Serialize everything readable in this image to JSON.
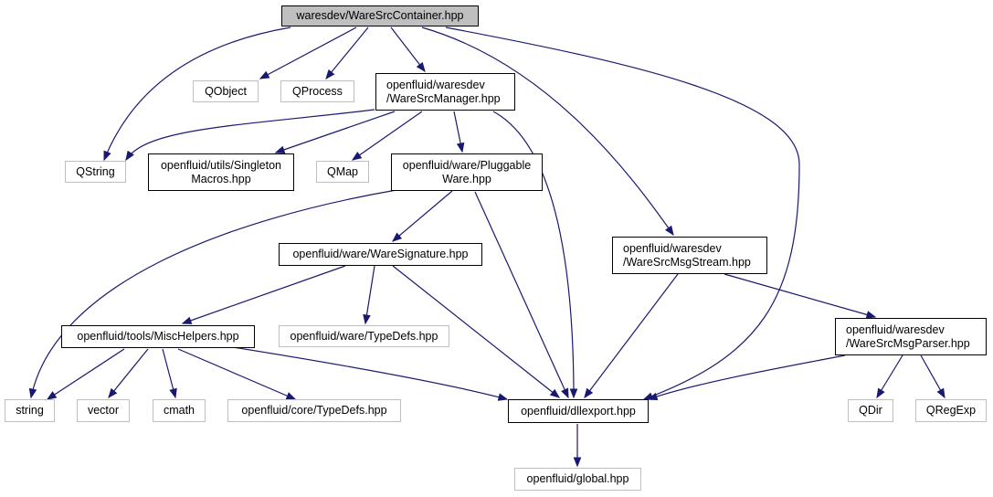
{
  "graph": {
    "nodes": {
      "root": {
        "lines": [
          "waresdev/WareSrcContainer.hpp"
        ]
      },
      "qobject": {
        "lines": [
          "QObject"
        ]
      },
      "qprocess": {
        "lines": [
          "QProcess"
        ]
      },
      "manager": {
        "lines": [
          "openfluid/waresdev",
          "/WareSrcManager.hpp"
        ]
      },
      "qstring": {
        "lines": [
          "QString"
        ]
      },
      "singleton": {
        "lines": [
          "openfluid/utils/Singleton",
          "Macros.hpp"
        ]
      },
      "qmap": {
        "lines": [
          "QMap"
        ]
      },
      "pluggable": {
        "lines": [
          "openfluid/ware/Pluggable",
          "Ware.hpp"
        ]
      },
      "msgstream": {
        "lines": [
          "openfluid/waresdev",
          "/WareSrcMsgStream.hpp"
        ]
      },
      "signature": {
        "lines": [
          "openfluid/ware/WareSignature.hpp"
        ]
      },
      "misc": {
        "lines": [
          "openfluid/tools/MiscHelpers.hpp"
        ]
      },
      "waretypedefs": {
        "lines": [
          "openfluid/ware/TypeDefs.hpp"
        ]
      },
      "msgparser": {
        "lines": [
          "openfluid/waresdev",
          "/WareSrcMsgParser.hpp"
        ]
      },
      "string": {
        "lines": [
          "string"
        ]
      },
      "vector": {
        "lines": [
          "vector"
        ]
      },
      "cmath": {
        "lines": [
          "cmath"
        ]
      },
      "coretypedefs": {
        "lines": [
          "openfluid/core/TypeDefs.hpp"
        ]
      },
      "dllexport": {
        "lines": [
          "openfluid/dllexport.hpp"
        ]
      },
      "qdir": {
        "lines": [
          "QDir"
        ]
      },
      "qregexp": {
        "lines": [
          "QRegExp"
        ]
      },
      "global": {
        "lines": [
          "openfluid/global.hpp"
        ]
      }
    },
    "colors": {
      "edge": "#191970",
      "root_fill": "#bfbfbf",
      "external_border": "#bfbfbf",
      "internal_border": "#000000"
    }
  }
}
